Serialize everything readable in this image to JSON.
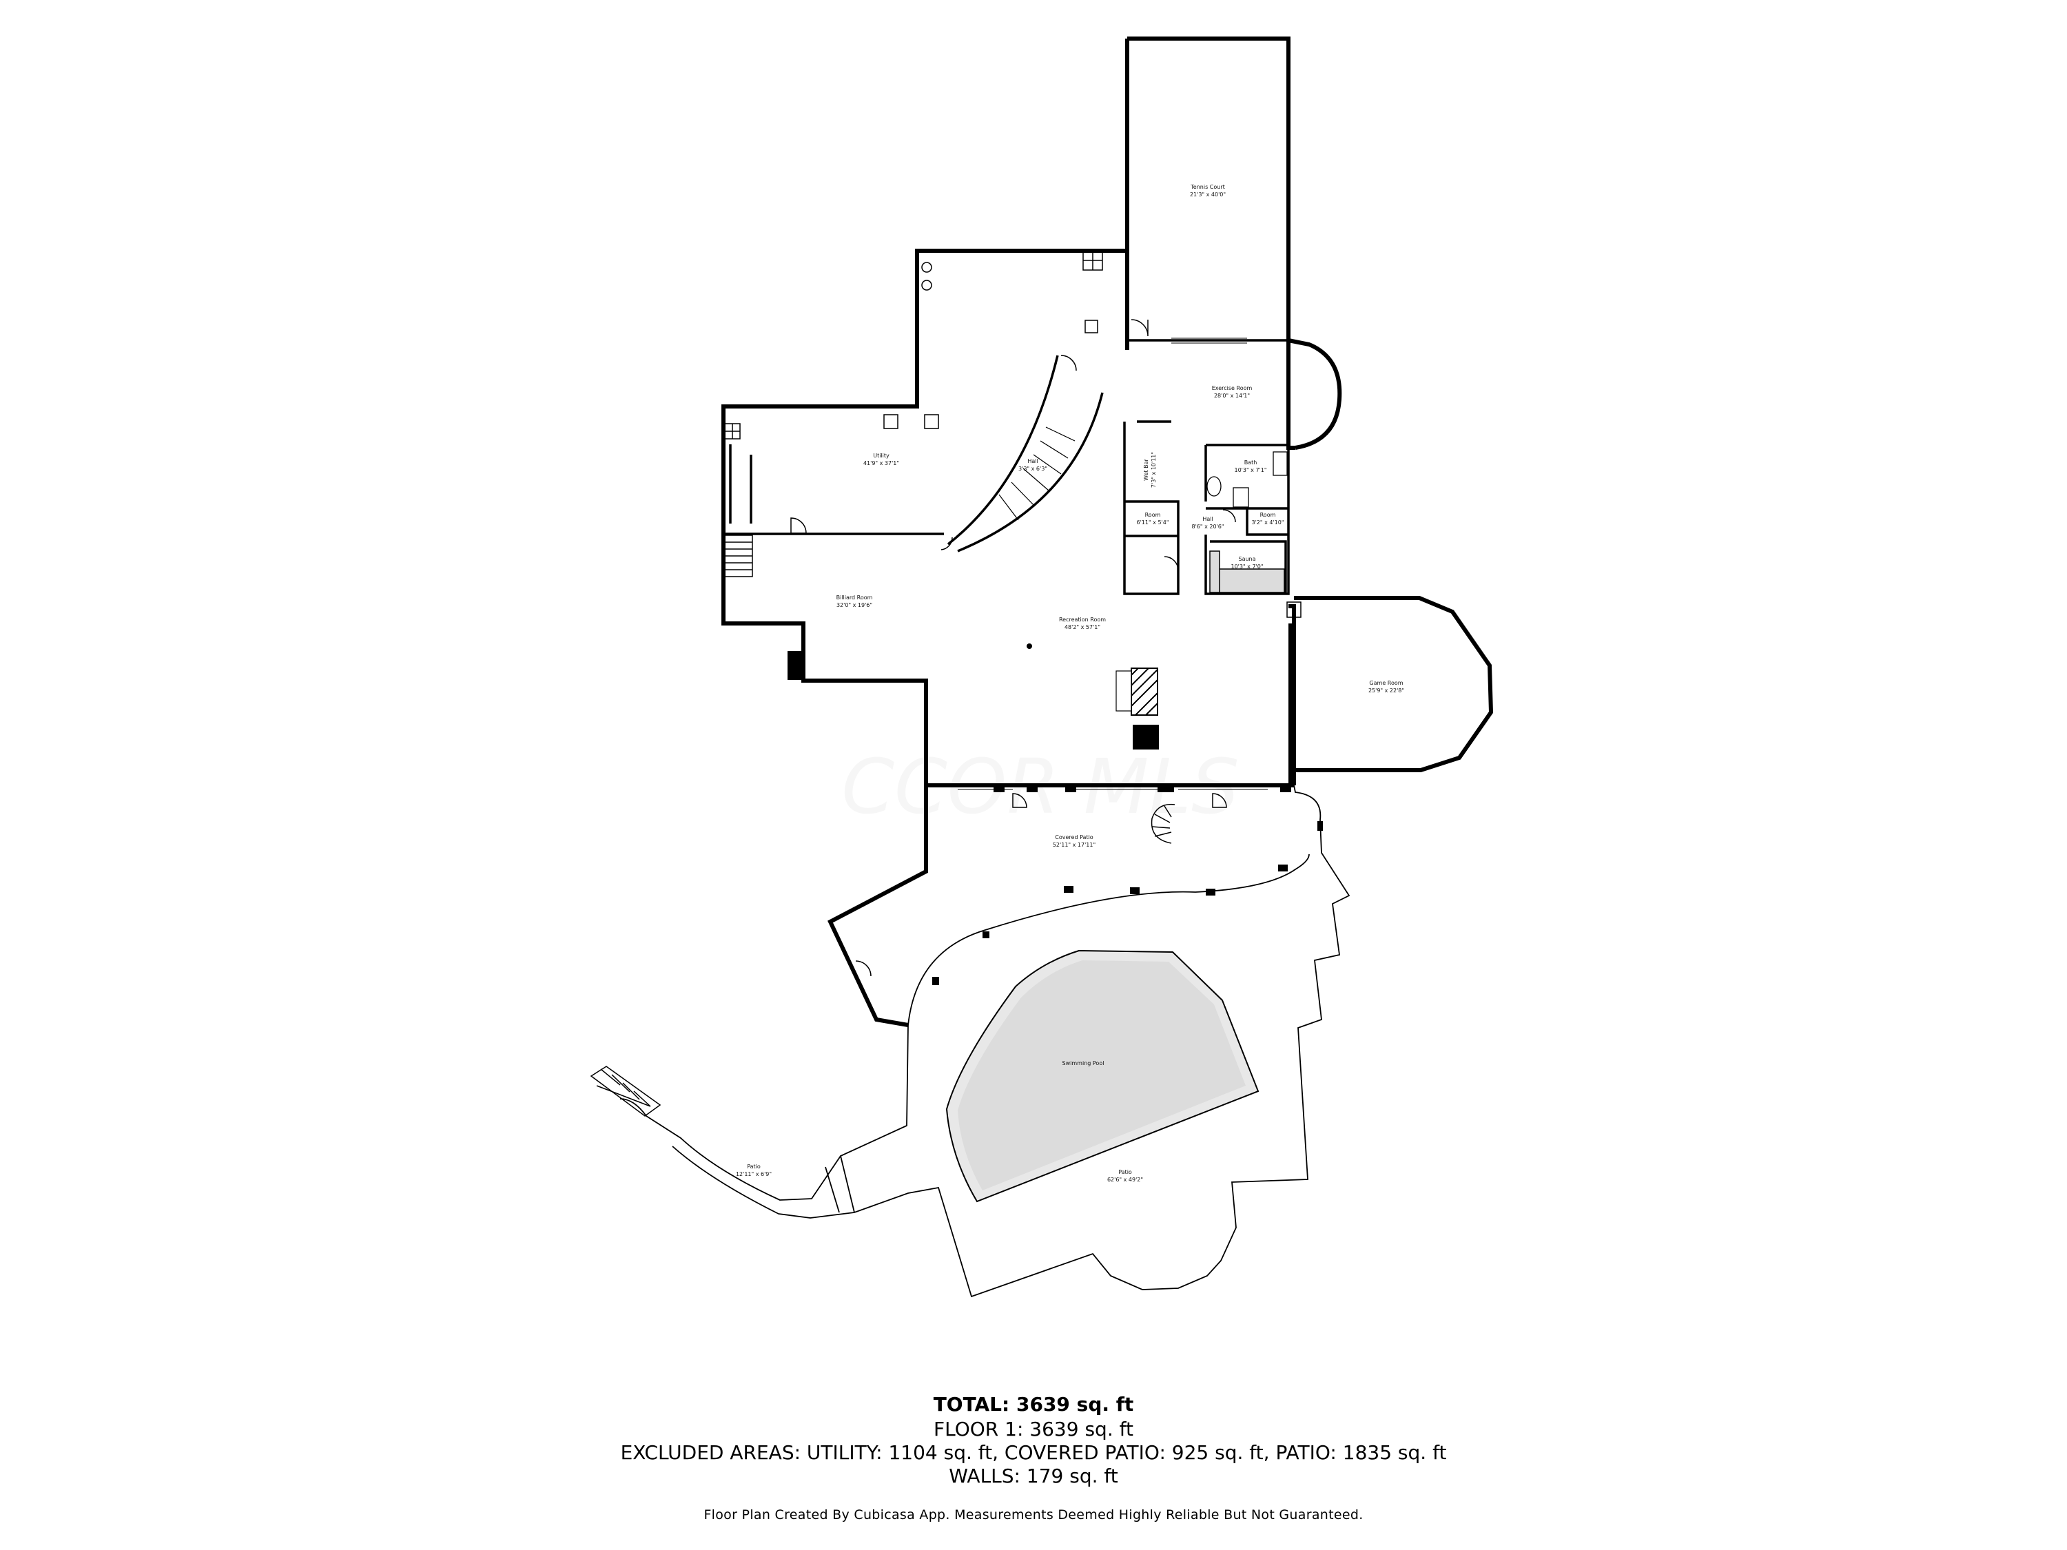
{
  "watermark": "CCOR MLS",
  "rooms": [
    {
      "id": "tennis-court",
      "name": "Tennis Court",
      "dims": "21'3\" x 40'0\""
    },
    {
      "id": "exercise-room",
      "name": "Exercise Room",
      "dims": "28'0\" x 14'1\""
    },
    {
      "id": "utility",
      "name": "Utility",
      "dims": "41'9\" x 37'1\""
    },
    {
      "id": "hall-stair",
      "name": "Hall",
      "dims": "3'3\" x 6'3\""
    },
    {
      "id": "wet-bar",
      "name": "Wet Bar",
      "dims": "7'3\" x 10'11\""
    },
    {
      "id": "bath",
      "name": "Bath",
      "dims": "10'3\" x 7'1\""
    },
    {
      "id": "room-left",
      "name": "Room",
      "dims": "6'11\" x 5'4\""
    },
    {
      "id": "hall-center",
      "name": "Hall",
      "dims": "8'6\" x 20'6\""
    },
    {
      "id": "room-right",
      "name": "Room",
      "dims": "3'2\" x 4'10\""
    },
    {
      "id": "sauna",
      "name": "Sauna",
      "dims": "10'3\" x 7'0\""
    },
    {
      "id": "billiard-room",
      "name": "Billiard Room",
      "dims": "32'0\" x 19'6\""
    },
    {
      "id": "recreation-room",
      "name": "Recreation Room",
      "dims": "48'2\" x 57'1\""
    },
    {
      "id": "game-room",
      "name": "Game Room",
      "dims": "25'9\" x 22'8\""
    },
    {
      "id": "covered-patio",
      "name": "Covered Patio",
      "dims": "52'11\" x 17'11\""
    },
    {
      "id": "swimming-pool",
      "name": "Swimming Pool",
      "dims": ""
    },
    {
      "id": "patio-small",
      "name": "Patio",
      "dims": "12'11\" x 6'9\""
    },
    {
      "id": "patio-large",
      "name": "Patio",
      "dims": "62'6\" x 49'2\""
    }
  ],
  "summary": {
    "total": "TOTAL: 3639 sq. ft",
    "floor1": "FLOOR 1: 3639 sq. ft",
    "excluded": "EXCLUDED AREAS: UTILITY: 1104 sq. ft, COVERED PATIO: 925 sq. ft, PATIO: 1835 sq. ft",
    "walls": "WALLS: 179 sq. ft"
  },
  "credit": "Floor Plan Created By Cubicasa App. Measurements Deemed Highly Reliable But Not Guaranteed.",
  "colors": {
    "wall": "#000000",
    "pool": "#e8e8e8",
    "sauna_bench": "#dcdcdc",
    "background": "#ffffff"
  }
}
